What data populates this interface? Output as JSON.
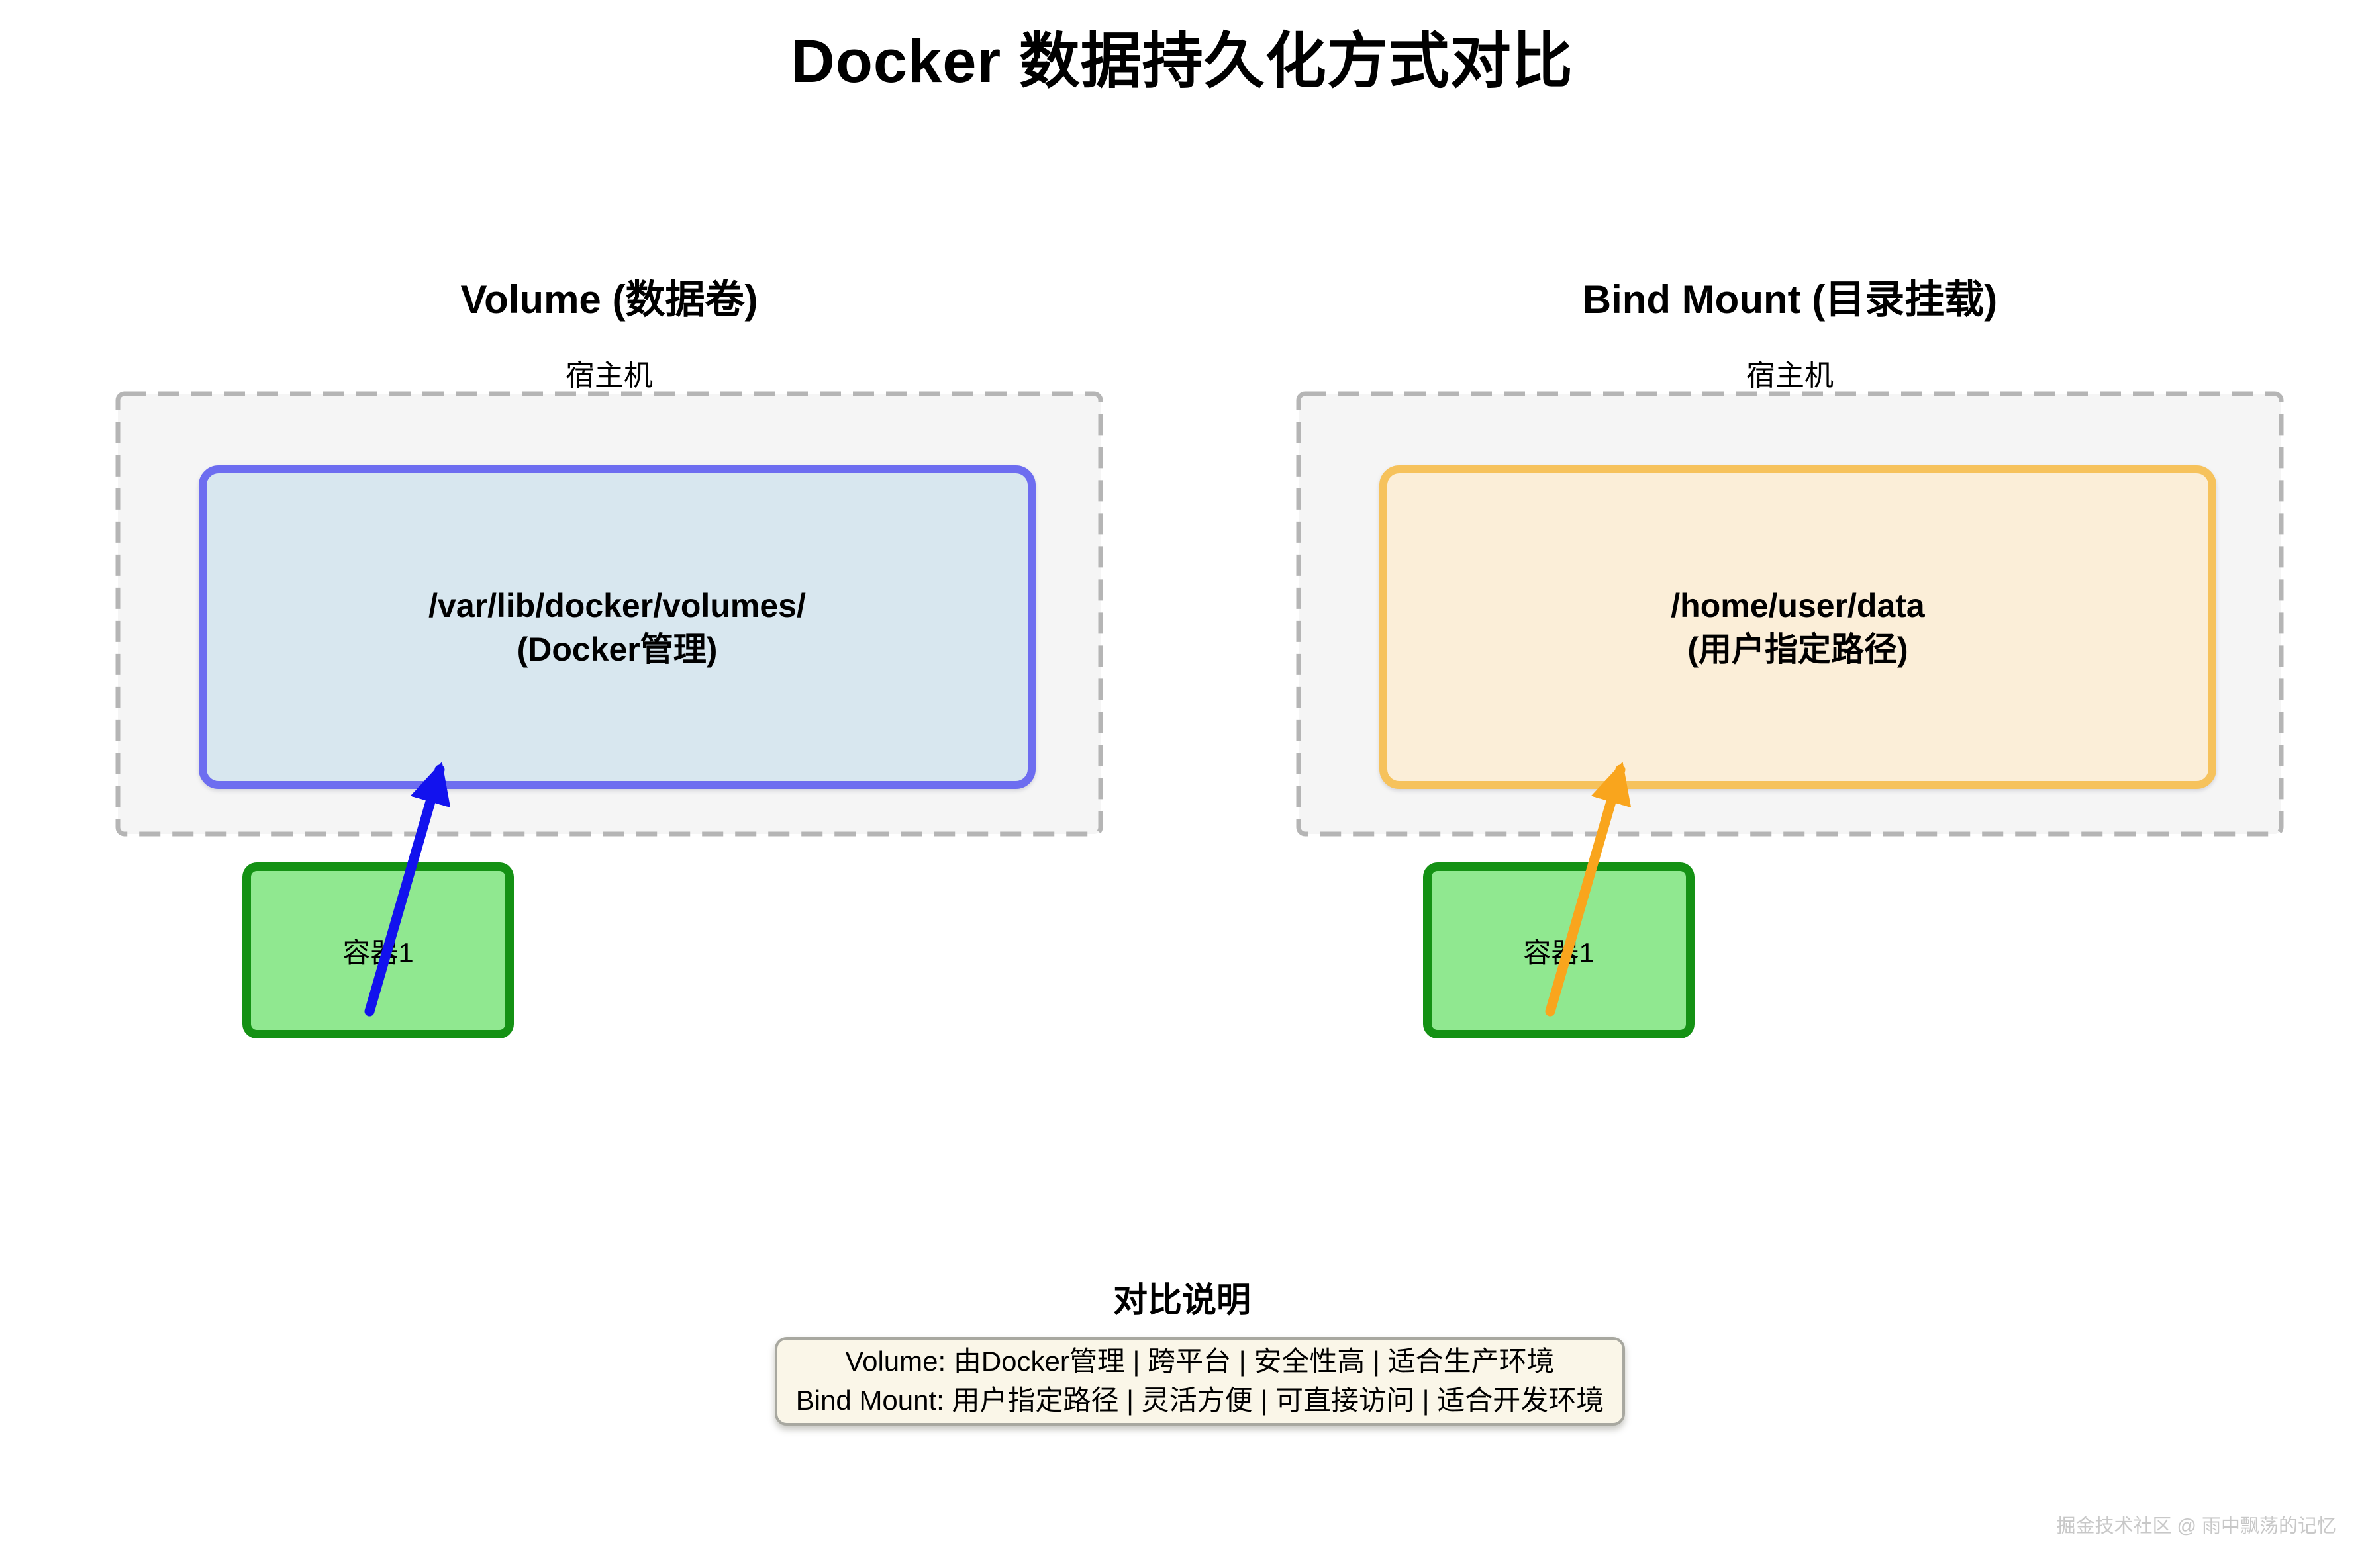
{
  "title": "Docker 数据持久化方式对比",
  "sections": {
    "volume": {
      "heading": "Volume (数据卷)",
      "host_label": "宿主机",
      "storage_line1": "/var/lib/docker/volumes/",
      "storage_line2": "(Docker管理)",
      "container_label": "容器1"
    },
    "bind_mount": {
      "heading": "Bind Mount (目录挂载)",
      "host_label": "宿主机",
      "storage_line1": "/home/user/data",
      "storage_line2": "(用户指定路径)",
      "container_label": "容器1"
    }
  },
  "comparison": {
    "heading": "对比说明",
    "line1": "Volume: 由Docker管理 | 跨平台 | 安全性高 | 适合生产环境",
    "line2": "Bind Mount: 用户指定路径 | 灵活方便 | 可直接访问 | 适合开发环境"
  },
  "watermark": "掘金技术社区 @ 雨中飘荡的记忆",
  "colors": {
    "host_fill": "#f5f5f5",
    "host_border": "#b5b5b5",
    "volume_storage_fill": "#d8e7ef",
    "volume_storage_border": "#6d6df0",
    "bind_storage_fill": "#fbeed8",
    "bind_storage_border": "#f6c25c",
    "container_fill": "#90e890",
    "container_border": "#149114",
    "volume_arrow": "#1212ee",
    "bind_arrow": "#f9a51d"
  }
}
